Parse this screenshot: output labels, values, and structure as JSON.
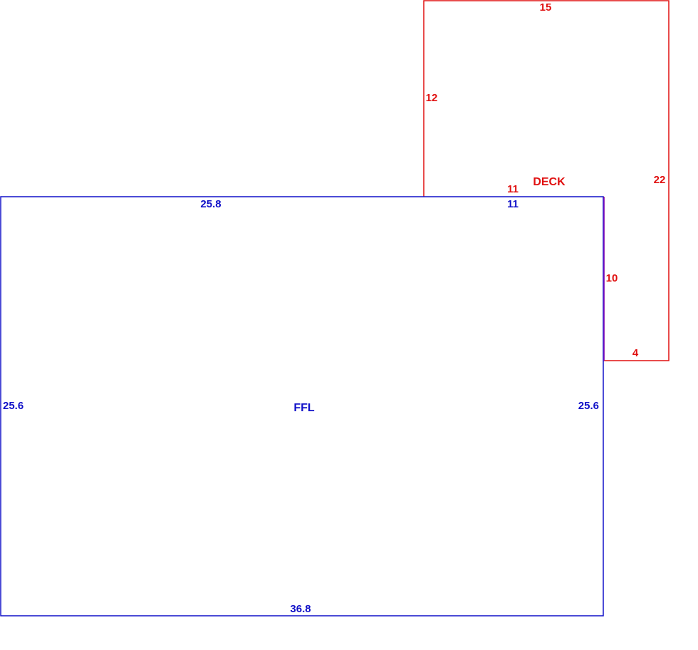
{
  "colors": {
    "ffl": "#1010c8",
    "deck": "#e01010",
    "background": "#ffffff"
  },
  "ffl": {
    "name": "FFL",
    "top_left": "25.8",
    "top_right": "11",
    "left": "25.6",
    "right": "25.6",
    "bottom": "36.8"
  },
  "deck": {
    "name": "DECK",
    "top": "15",
    "left": "12",
    "right": "22",
    "shared": "11",
    "inner": "10",
    "bottom": "4"
  }
}
